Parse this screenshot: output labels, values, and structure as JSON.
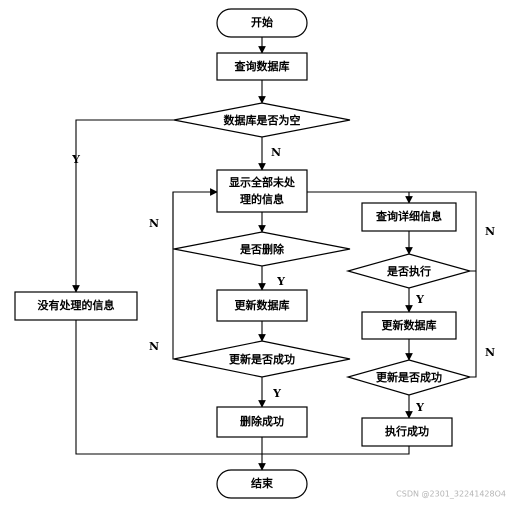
{
  "nodes": {
    "start": "开始",
    "query_db": "查询数据库",
    "db_empty": "数据库是否为空",
    "show_unprocessed_line1": "显示全部未处",
    "show_unprocessed_line2": "理的信息",
    "no_info": "没有处理的信息",
    "delete_q": "是否删除",
    "update_db_left": "更新数据库",
    "update_ok_left": "更新是否成功",
    "delete_ok": "删除成功",
    "query_detail": "查询详细信息",
    "execute_q": "是否执行",
    "update_db_right": "更新数据库",
    "update_ok_right": "更新是否成功",
    "execute_ok": "执行成功",
    "end": "结束"
  },
  "edge_labels": {
    "db_empty_yes": "Y",
    "db_empty_no": "N",
    "delete_yes": "Y",
    "delete_no": "N",
    "update_left_yes": "Y",
    "update_left_no": "N",
    "execute_yes": "Y",
    "execute_no": "N",
    "update_right_yes": "Y",
    "update_right_no": "N"
  },
  "watermark": "CSDN @2301_32241428O4"
}
